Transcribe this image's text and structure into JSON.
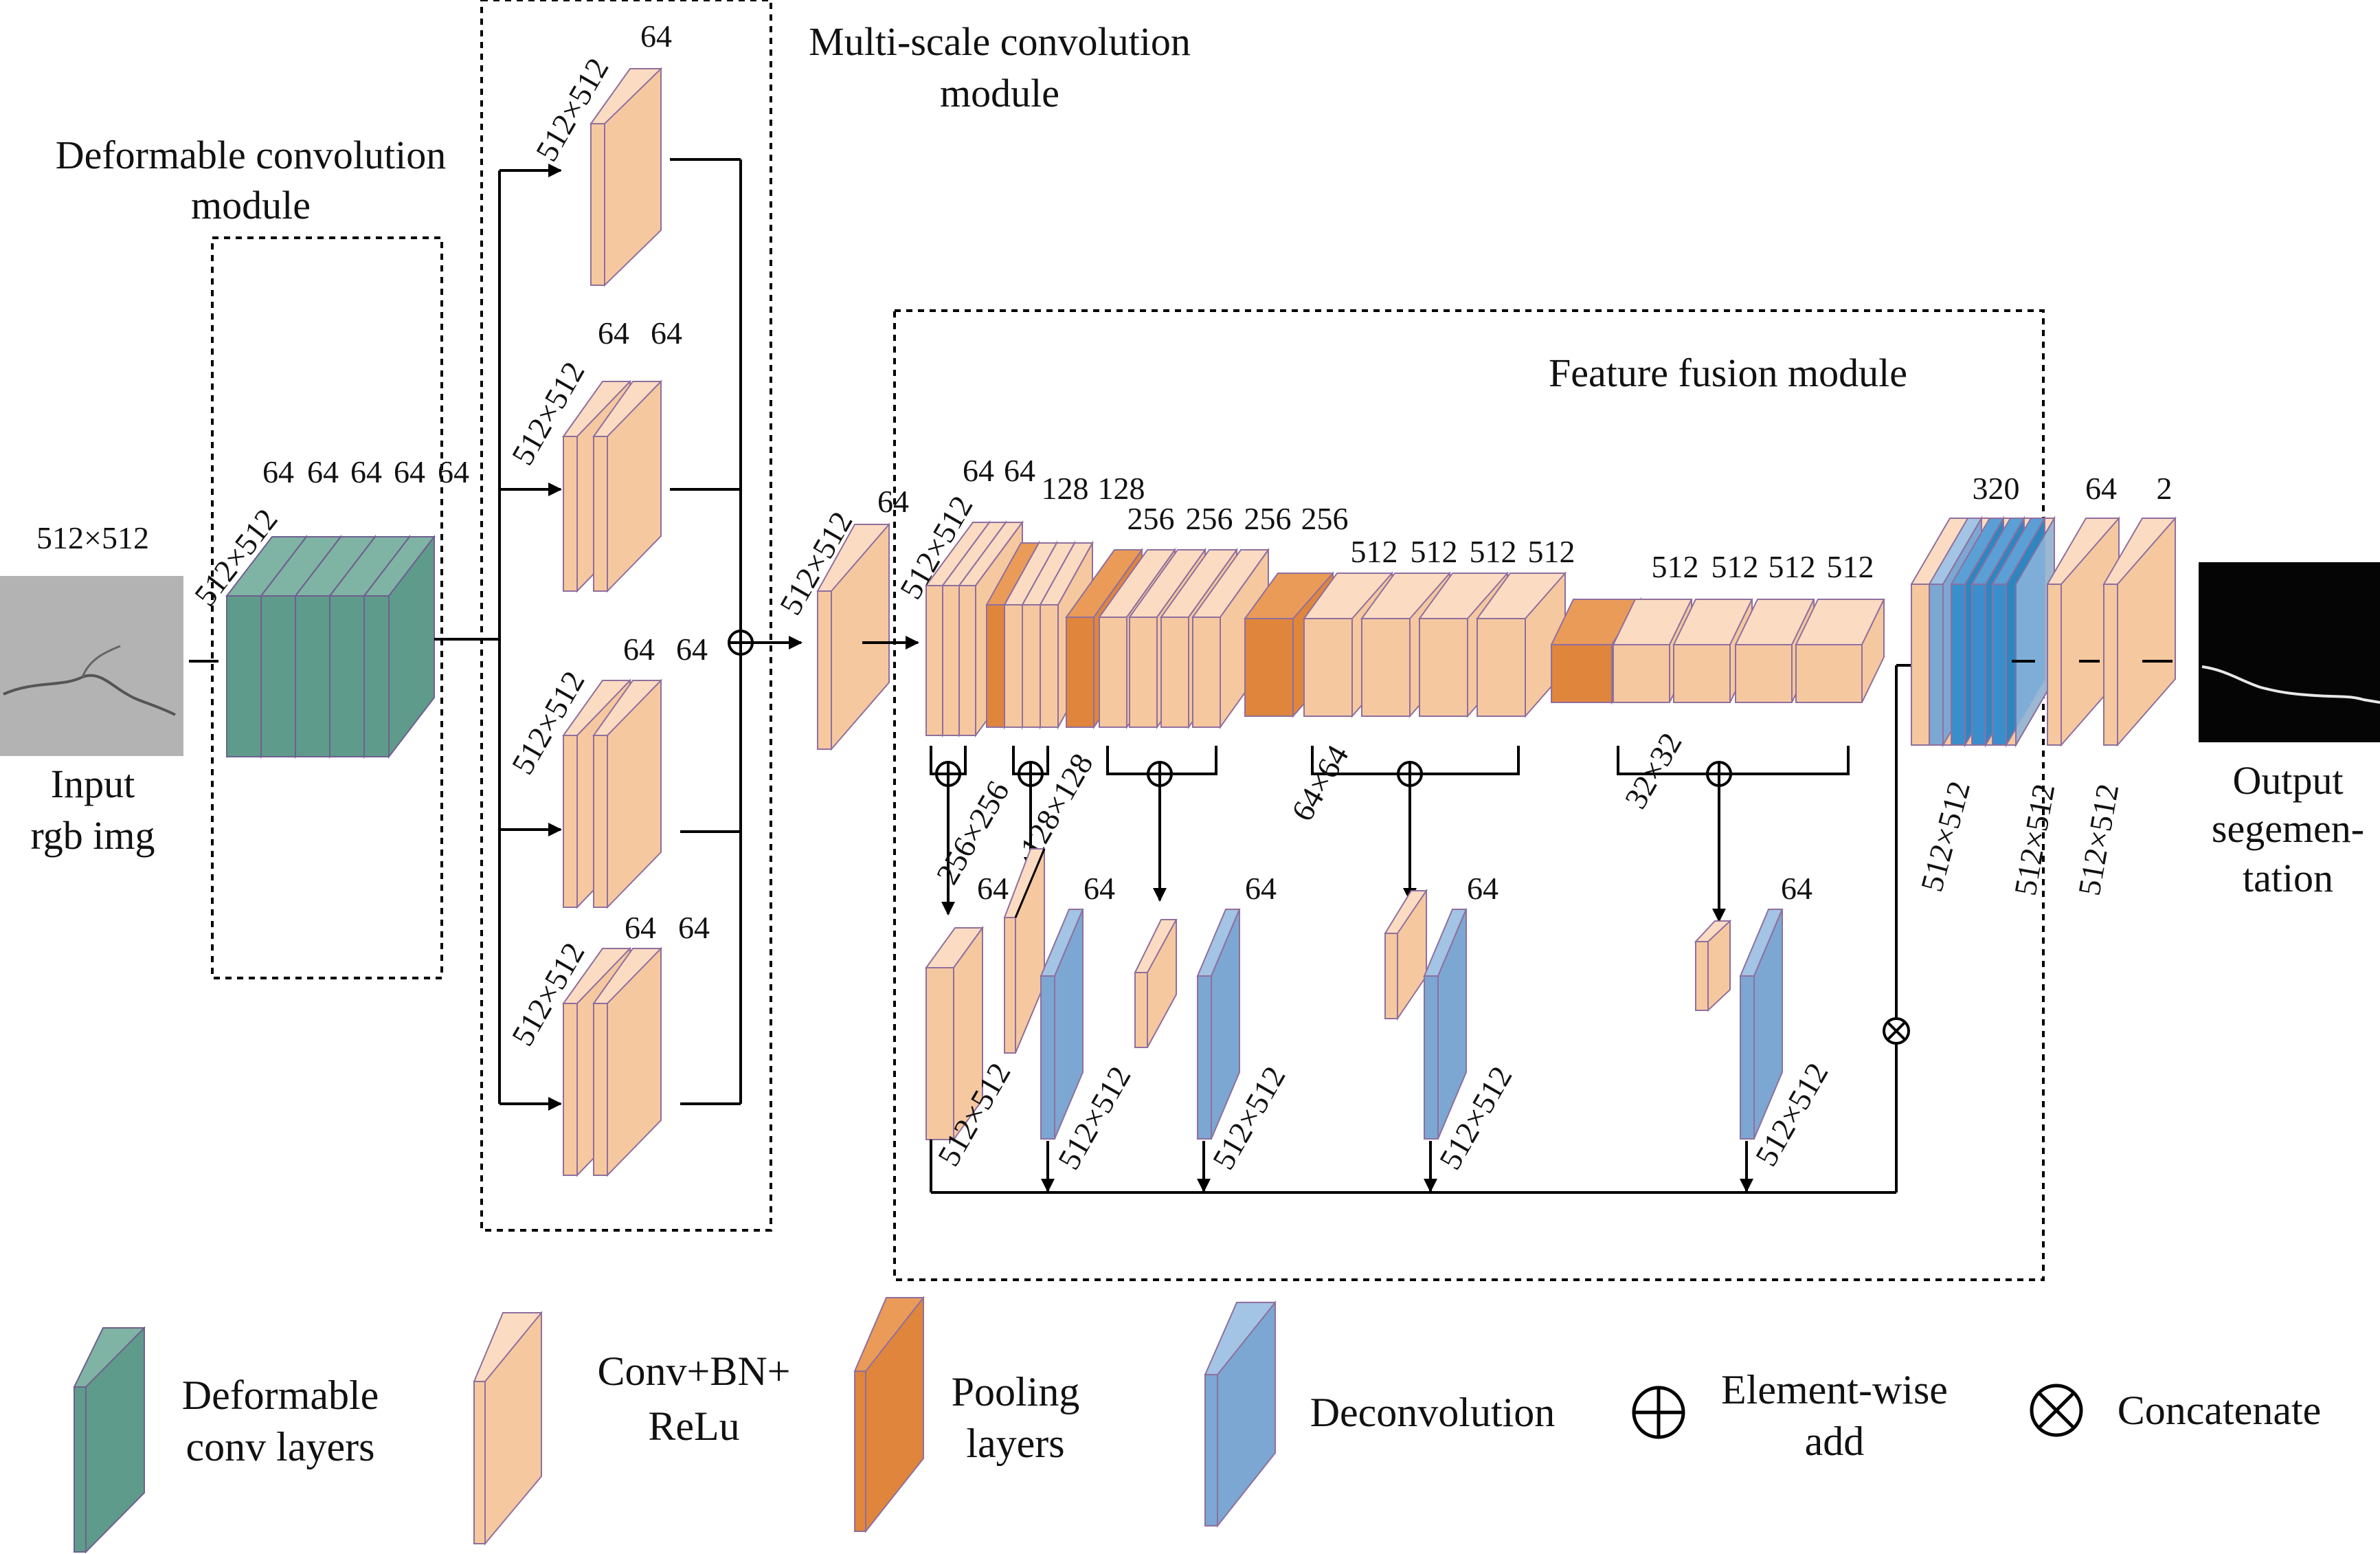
{
  "titles": {
    "multiscale": [
      "Multi-scale convolution",
      "module"
    ],
    "deformable": [
      "Deformable convolution",
      "module"
    ],
    "fusion": "Feature fusion module"
  },
  "input": {
    "size": "512×512",
    "label": [
      "Input",
      "rgb img"
    ]
  },
  "output": {
    "label": [
      "Output",
      "segemen-",
      "tation"
    ]
  },
  "labels": {
    "res512": "512×512",
    "res256": "256×256",
    "res128": "128×128",
    "res64": "64×64",
    "res32": "32×32",
    "c64": "64",
    "c128": "128",
    "c256": "256",
    "c320": "320",
    "c512": "512",
    "c2": "2"
  },
  "legend": {
    "deformable": [
      "Deformable",
      "conv layers"
    ],
    "conv": [
      "Conv+BN+",
      "ReLu"
    ],
    "pooling": [
      "Pooling",
      "layers"
    ],
    "deconv": "Deconvolution",
    "add": [
      "Element-wise",
      "add"
    ],
    "concat": "Concatenate"
  },
  "colors": {
    "deformable": "#5f9b8b",
    "conv": "#f6c8a0",
    "pooling": "#e0853c",
    "deconv": "#7ba7d2",
    "concat_blue": "#2e86c1",
    "edge": "#8f6f9e"
  }
}
